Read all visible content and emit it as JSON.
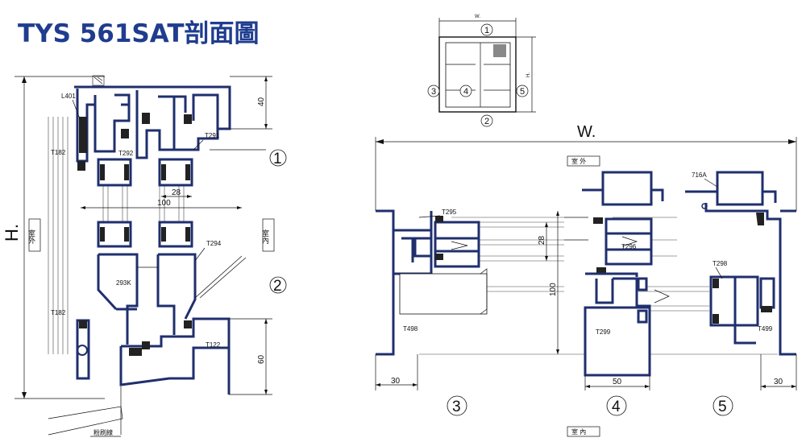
{
  "title": "TYS 561SAT剖面圖",
  "left_section": {
    "H_label": "H.",
    "side_outside": "室外",
    "side_inside": "室內",
    "dims": {
      "top": "40",
      "glass": "28",
      "frame": "100",
      "bottom": "60"
    },
    "parts": [
      "L401",
      "T182",
      "T292",
      "T291",
      "T294",
      "293K",
      "T182",
      "T122"
    ],
    "markers": [
      "①",
      "②"
    ],
    "bottom_label": "粉刷線"
  },
  "elevation": {
    "W_label": "W.",
    "H_label": "H.",
    "markers": [
      "①",
      "②",
      "③",
      "④",
      "⑤"
    ]
  },
  "right_section": {
    "W_label": "W.",
    "side_outside": "室 外",
    "side_inside": "室 內",
    "dims": {
      "left": "30",
      "glass": "28",
      "frame": "100",
      "mid": "50",
      "right": "30"
    },
    "parts": [
      "T295",
      "T296",
      "T298",
      "716A",
      "T498",
      "T299",
      "T499"
    ],
    "markers": [
      "③",
      "④",
      "⑤"
    ]
  },
  "colors": {
    "title": "#1f3c8f",
    "profile": "#1f2f6e",
    "line": "#111111"
  }
}
